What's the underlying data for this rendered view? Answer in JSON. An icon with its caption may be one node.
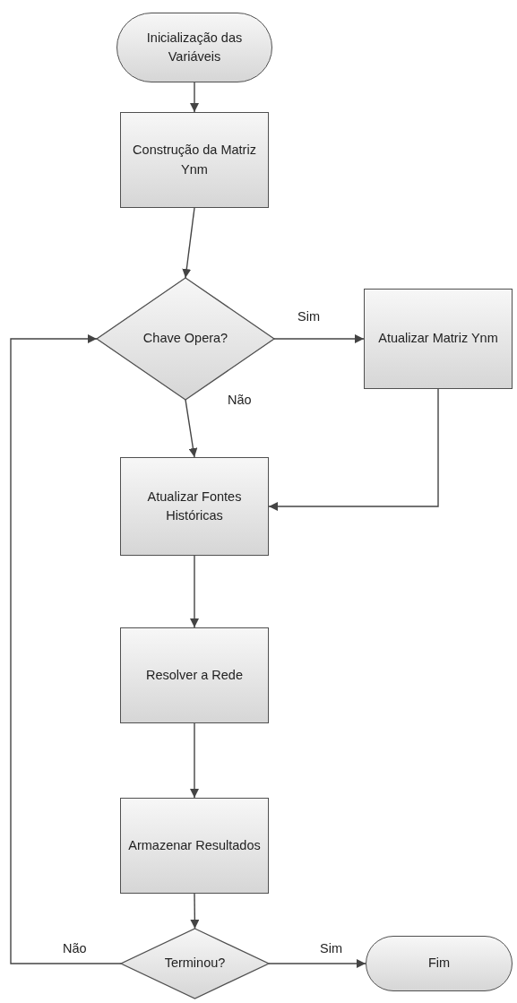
{
  "diagram": {
    "nodes": [
      {
        "text": [
          "Inicialização das Variáveis"
        ]
      },
      {
        "text": [
          "Construção da Matriz Ynm"
        ]
      },
      {
        "text": [
          "Chave Opera?"
        ]
      },
      {
        "text": [
          "Atualizar Matriz Ynm"
        ]
      },
      {
        "text": [
          "Atualizar Fontes Históricas"
        ]
      },
      {
        "text": [
          "Resolver a Rede"
        ]
      },
      {
        "text": [
          "Armazenar Resultados"
        ]
      },
      {
        "text": [
          "Terminou?"
        ]
      },
      {
        "text": [
          "Fim"
        ]
      }
    ],
    "edges": [
      {
        "from": 0,
        "to": 1,
        "arrow": "to"
      },
      {
        "from": 1,
        "to": 2,
        "arrow": "to"
      },
      {
        "from": 2,
        "to": 3,
        "arrow": "to",
        "label": "Sim"
      },
      {
        "from": 2,
        "to": 4,
        "arrow": "to",
        "label": "Não"
      },
      {
        "from": 3,
        "to": 4,
        "arrow": "to"
      },
      {
        "from": 4,
        "to": 5,
        "arrow": "to"
      },
      {
        "from": 5,
        "to": 6,
        "arrow": "to"
      },
      {
        "from": 6,
        "to": 7,
        "arrow": "to"
      },
      {
        "from": 7,
        "to": 8,
        "arrow": "to",
        "label": "Sim"
      },
      {
        "from": 7,
        "to": 2,
        "arrow": "to",
        "label": "Não"
      }
    ]
  }
}
